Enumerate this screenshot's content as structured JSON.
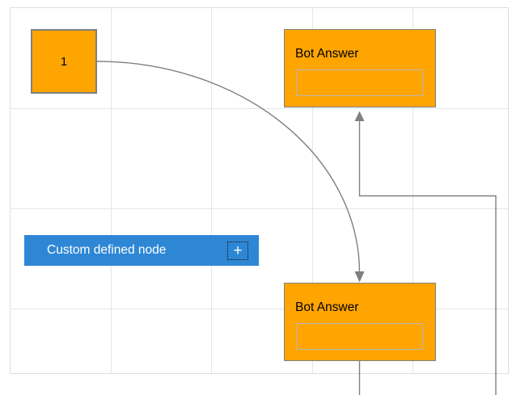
{
  "colors": {
    "node_fill_orange": "#FFA502",
    "node_border_gray": "#7F7F7F",
    "inner_field_border": "#B7B7B7",
    "custom_node_blue": "#2E87D5",
    "custom_node_text": "#FFFFFF",
    "connector_gray": "#808080",
    "grid_line": "#E5E5E5",
    "canvas_background": "#FFFFFF",
    "node_text": "#000000"
  },
  "nodes": {
    "start": {
      "label": "1"
    },
    "bot_answer_top": {
      "title": "Bot Answer",
      "field_value": ""
    },
    "bot_answer_bottom": {
      "title": "Bot Answer",
      "field_value": ""
    },
    "custom": {
      "label": "Custom defined node",
      "add_icon": "+"
    }
  }
}
